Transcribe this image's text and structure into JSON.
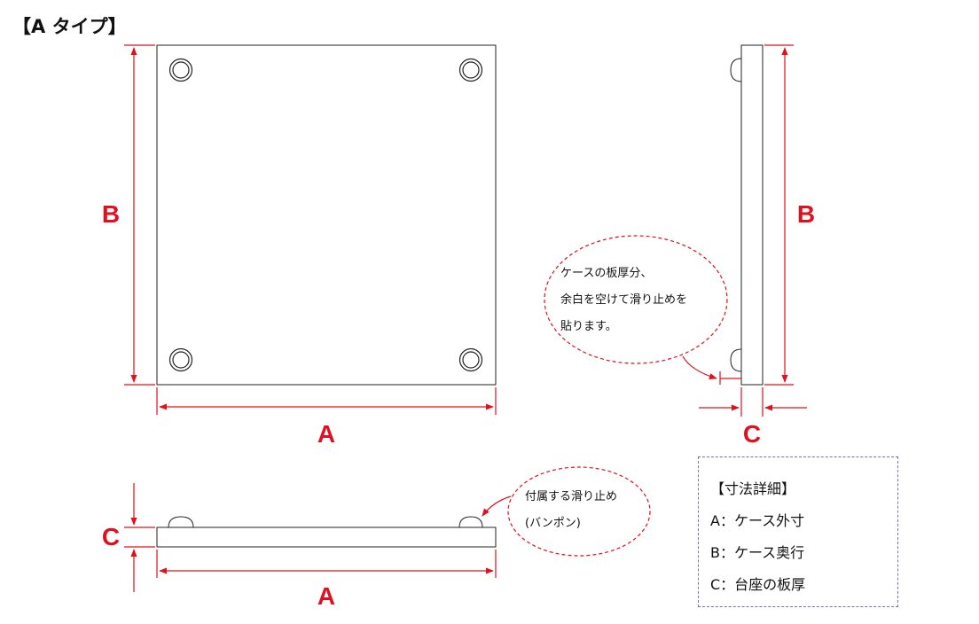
{
  "title": "【A タイプ】",
  "dimensions": {
    "front_width": "A",
    "front_height": "B",
    "side_height": "B",
    "side_thickness": "C",
    "bottom_thickness": "C",
    "bottom_width": "A"
  },
  "callouts": {
    "side_note": [
      "ケースの板厚分、",
      "余白を空けて滑り止めを",
      "貼ります。"
    ],
    "bottom_note": [
      "付属する滑り止め",
      "(バンポン)"
    ]
  },
  "legend": {
    "heading": "【寸法詳細】",
    "items": [
      "A：ケース外寸",
      "B：ケース奥行",
      "C：台座の板厚"
    ]
  },
  "colors": {
    "dimension": "#e0101e",
    "outline": "#222222",
    "callout": "#e0101e",
    "legend_border": "#6f74ad"
  }
}
